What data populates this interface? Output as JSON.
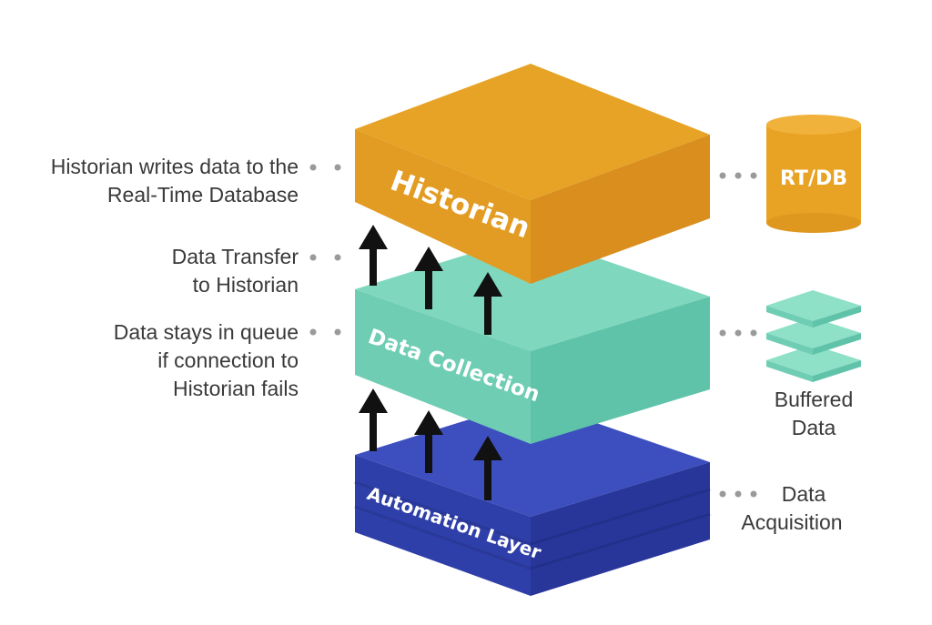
{
  "layers": {
    "historian": {
      "label": "Historian",
      "top": "#e6a325",
      "side": "#d98e1e",
      "front": "#e29c23"
    },
    "data_collection": {
      "label": "Data Collection",
      "top": "#7fd8bd",
      "side": "#5fc3a9",
      "front": "#6fcdb3"
    },
    "automation": {
      "label": "Automation Layer",
      "top": "#3d4fbf",
      "side": "#28369a",
      "front": "#2f3fa9"
    }
  },
  "annotations_left": {
    "historian_writes": [
      "Historian writes data to the",
      "Real-Time Database"
    ],
    "data_transfer": [
      "Data Transfer",
      "to Historian"
    ],
    "data_queue": [
      "Data stays in queue",
      "if connection to",
      "Historian  fails"
    ]
  },
  "annotations_right": {
    "rtdb_label": "RT/DB",
    "buffered_data": [
      "Buffered",
      "Data"
    ],
    "data_acquisition": [
      "Data",
      "Acquisition"
    ]
  },
  "colors": {
    "text": "#3a3a3a",
    "dots": "#9a9a9a",
    "arrow": "#111111",
    "rtdb": "#e8a325",
    "buffer": "#7fd8bd"
  }
}
